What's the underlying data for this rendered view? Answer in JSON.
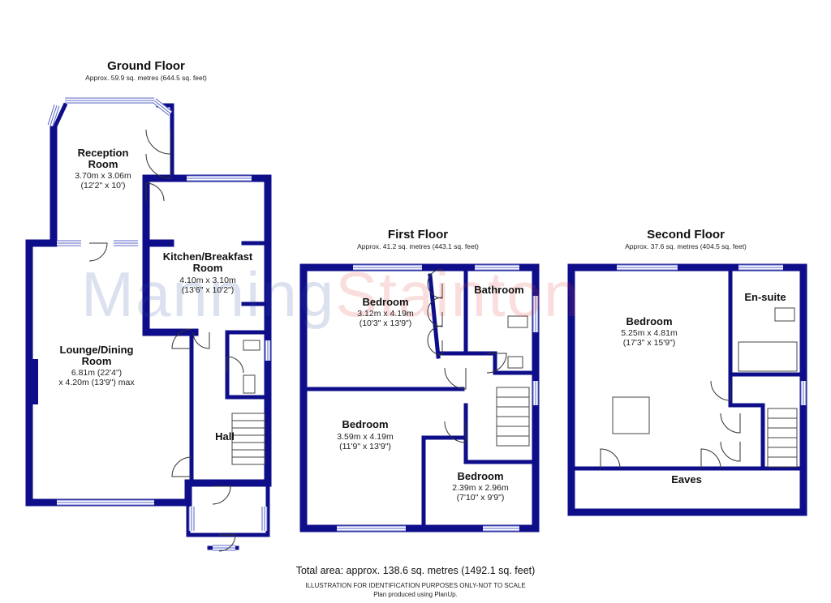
{
  "watermark": {
    "part1": "Manning",
    "part2": "Stainton",
    "color1": "#2a4aa0",
    "color2": "#e23b3b"
  },
  "colors": {
    "wall": "#0e0e8a",
    "window": "#5a66c8"
  },
  "floors": {
    "ground": {
      "title": "Ground Floor",
      "area": "Approx. 59.9 sq. metres (644.5 sq. feet)",
      "rooms": {
        "reception": {
          "name": "Reception Room",
          "dim1": "3.70m x 3.06m",
          "dim2": "(12'2\" x 10')"
        },
        "kitchen": {
          "name": "Kitchen/Breakfast Room",
          "dim1": "4.10m x 3.10m",
          "dim2": "(13'6\" x 10'2\")"
        },
        "lounge": {
          "name": "Lounge/Dining Room",
          "dim1": "6.81m (22'4\")",
          "dim2": "x 4.20m (13'9\") max"
        },
        "hall": {
          "name": "Hall"
        }
      }
    },
    "first": {
      "title": "First Floor",
      "area": "Approx. 41.2 sq. metres (443.1 sq. feet)",
      "rooms": {
        "bedroom1": {
          "name": "Bedroom",
          "dim1": "3.12m x 4.19m",
          "dim2": "(10'3\" x 13'9\")"
        },
        "bathroom": {
          "name": "Bathroom"
        },
        "bedroom2": {
          "name": "Bedroom",
          "dim1": "3.59m x 4.19m",
          "dim2": "(11'9\" x 13'9\")"
        },
        "bedroom3": {
          "name": "Bedroom",
          "dim1": "2.39m x 2.96m",
          "dim2": "(7'10\" x 9'9\")"
        }
      }
    },
    "second": {
      "title": "Second Floor",
      "area": "Approx. 37.6 sq. metres (404.5 sq. feet)",
      "rooms": {
        "bedroom": {
          "name": "Bedroom",
          "dim1": "5.25m x 4.81m",
          "dim2": "(17'3\" x 15'9\")"
        },
        "ensuite": {
          "name": "En-suite"
        },
        "eaves": {
          "name": "Eaves"
        }
      }
    }
  },
  "footer": {
    "total": "Total area: approx. 138.6 sq. metres (1492.1 sq. feet)",
    "disclaimer": "ILLUSTRATION FOR IDENTIFICATION PURPOSES ONLY-NOT TO SCALE",
    "credit": "Plan produced using PlanUp."
  }
}
